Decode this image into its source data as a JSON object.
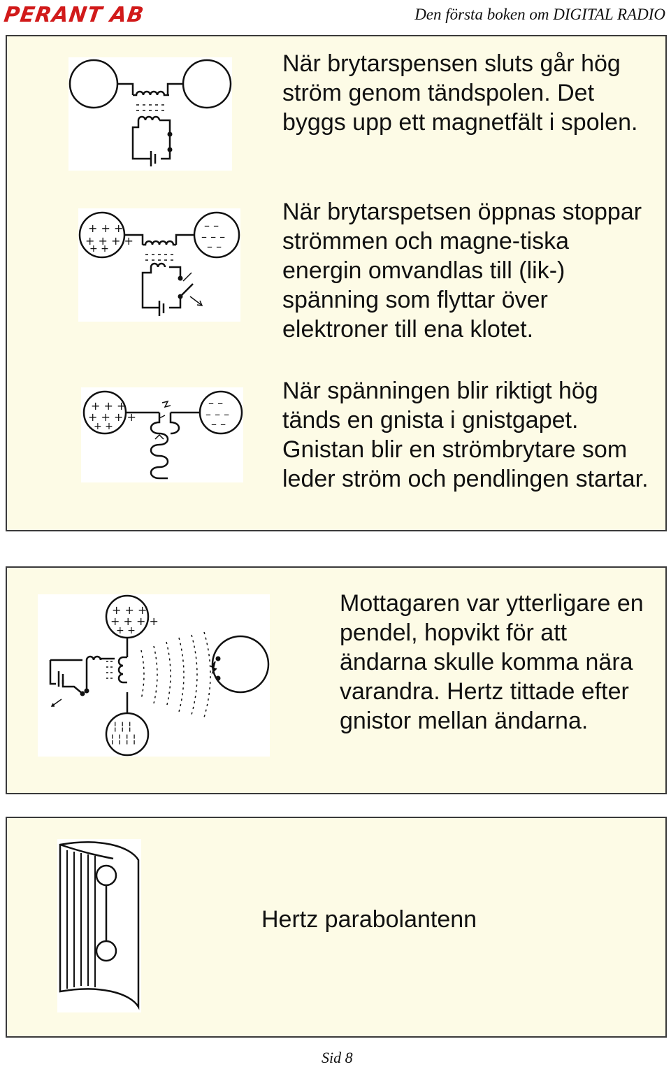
{
  "header": {
    "logo_text": "PERANT AB",
    "book_title": "Den första boken om DIGITAL RADIO"
  },
  "sections": {
    "closed_contacts": "När brytarspensen sluts går hög ström genom tändspolen. Det byggs upp ett magnetfält i spolen.",
    "opened_contacts": "När brytarspetsen öppnas stoppar strömmen och magne-tiska energin omvandlas till (lik-) spänning som flyttar över elektroner till ena klotet.",
    "spark": "När spänningen blir riktigt hög tänds en gnista i gnistgapet. Gnistan blir en strömbrytare som leder ström och pendlingen startar.",
    "receiver": "Mottagaren var ytterligare en pendel, hopvikt för att ändarna skulle komma nära varandra. Hertz tittade efter gnistor mellan ändarna.",
    "antenna_caption": "Hertz parabolantenn"
  },
  "footer": {
    "page_label": "Sid 8"
  }
}
